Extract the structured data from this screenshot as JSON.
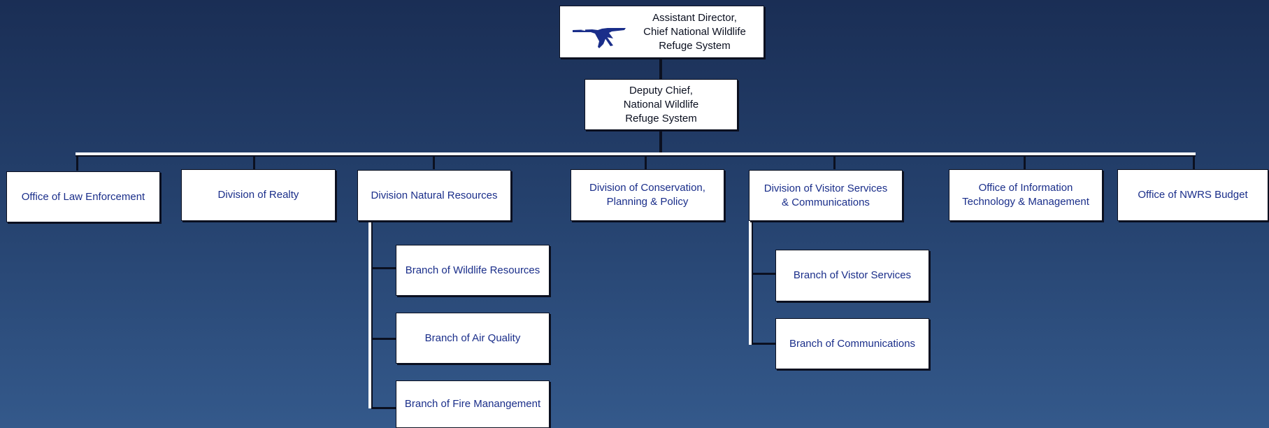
{
  "top": {
    "lines": [
      "Assistant Director,",
      "Chief National Wildlife",
      "Refuge System"
    ],
    "logo": "flying-goose-logo"
  },
  "deputy": {
    "lines": [
      "Deputy Chief,",
      "National Wildlife",
      "Refuge System"
    ]
  },
  "divisions": [
    {
      "lines": [
        "Office of Law Enforcement"
      ]
    },
    {
      "lines": [
        "Division of Realty"
      ]
    },
    {
      "lines": [
        "Division Natural Resources"
      ]
    },
    {
      "lines": [
        "Division of Conservation,",
        "Planning & Policy"
      ]
    },
    {
      "lines": [
        "Division of Visitor Services",
        "& Communications"
      ]
    },
    {
      "lines": [
        "Office of Information",
        "Technology & Management"
      ]
    },
    {
      "lines": [
        "Office of NWRS Budget"
      ]
    }
  ],
  "natural_resources_branches": [
    {
      "lines": [
        "Branch of Wildlife Resources"
      ]
    },
    {
      "lines": [
        "Branch of Air Quality"
      ]
    },
    {
      "lines": [
        "Branch of Fire Manangement"
      ]
    }
  ],
  "visitor_services_branches": [
    {
      "lines": [
        "Branch of Vistor Services"
      ]
    },
    {
      "lines": [
        "Branch of Communications"
      ]
    }
  ],
  "colors": {
    "box_text": "#1a2e8a",
    "connector": "#ffffff",
    "background": "#2a4877"
  }
}
